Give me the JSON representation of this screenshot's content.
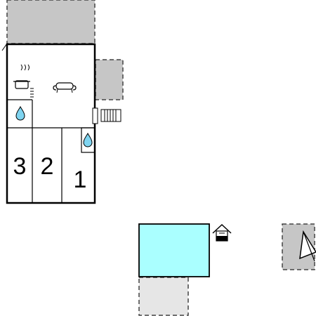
{
  "floor_plan": {
    "room_labels": [
      "3",
      "2",
      "1"
    ],
    "icons": [
      "stove-pot-icon",
      "sofa-icon",
      "water-drop-icon",
      "water-drop-icon",
      "radiator-icon",
      "well-icon",
      "tent-icon",
      "door-icon"
    ],
    "colors": {
      "wall": "#000000",
      "terrace_fill": "#c6c6c6",
      "terrace_border": "#444444",
      "pool_fill": "#aaffff",
      "pool_deck_fill": "#e6e6e6",
      "water_drop": "#7fd4f0"
    }
  }
}
